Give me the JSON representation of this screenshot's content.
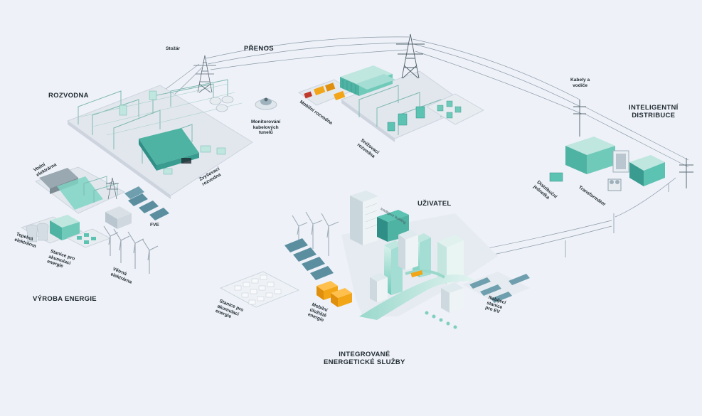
{
  "sections": {
    "prenos": "PŘENOS",
    "rozvodna": "ROZVODNA",
    "vyroba": "VÝROBA ENERGIE",
    "uzivatel": "UŽIVATEL",
    "distribuce_1": "INTELIGENTNÍ",
    "distribuce_2": "DISTRIBUCE",
    "sluzby_1": "INTEGROVANÉ",
    "sluzby_2": "ENERGETICKÉ SLUŽBY"
  },
  "labels": {
    "stozar": "Stožár",
    "monitorovani": [
      "Monitorování",
      "kabelových",
      "tunelů"
    ],
    "mobilni_rozvodna": "Mobilní rozvodna",
    "snizovaci_rozvodna": [
      "Snižovací",
      "rozvodna"
    ],
    "zvysovaci_rozvodna": [
      "Zvyšovací",
      "rozvodna"
    ],
    "kabely": [
      "Kabely a",
      "vodiče"
    ],
    "distribucni_jednotka": [
      "Distribuční",
      "jednotka"
    ],
    "transformator": "Transformátor",
    "vodni": [
      "Vodní",
      "elektrárna"
    ],
    "fve": "FVE",
    "tepelna": [
      "Tepelná",
      "elektrárna"
    ],
    "stanice_akumulace_1": [
      "Stanice pro",
      "akumulaci",
      "energie"
    ],
    "vetrna": [
      "Větrná",
      "elektrárna"
    ],
    "stanice_akumulace_2": [
      "Stanice pro",
      "akumulaci",
      "energie"
    ],
    "mobilni_uloziste": [
      "Mobilní",
      "úložiště",
      "energie"
    ],
    "nabijeci": [
      "Nabíjecí",
      "stanice",
      "pro EV"
    ],
    "intelligent_building": "Intelligent Building"
  },
  "colors": {
    "background": "#eef1f8",
    "teal": "#5cc3b3",
    "teal_dark": "#2f8f86",
    "teal_light": "#bfe6df",
    "platform": "#e2e7ee",
    "platform_edge": "#cdd4de",
    "truck": "#f2a516",
    "line": "#8a9aa6",
    "text": "#1f2a30"
  },
  "icons": [
    "transmission-tower-icon",
    "wind-turbine-icon",
    "solar-panel-icon",
    "transformer-icon",
    "truck-icon",
    "building-icon",
    "ev-charger-icon"
  ]
}
